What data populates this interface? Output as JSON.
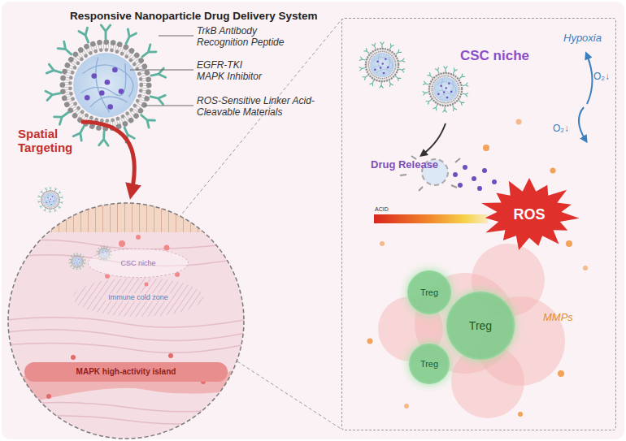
{
  "diagram": {
    "title": "Responsive Nanoparticle Drug Delivery System",
    "nodes": [
      {
        "text": [
          "CSC niche"
        ]
      },
      {
        "text": [
          "Immune cold zone"
        ]
      },
      {
        "text": [
          "MAPK high-activity island"
        ]
      },
      {
        "text": [
          "CSC niche"
        ]
      },
      {
        "text": [
          "ROS"
        ],
        "in": 3
      },
      {
        "text": [
          "Treg"
        ],
        "in": 3
      },
      {
        "text": [
          "Treg"
        ],
        "in": 3
      },
      {
        "text": [
          "Treg"
        ],
        "in": 3
      }
    ],
    "labels": [
      "TrkB Antibody Recognition Peptide",
      "EGFR-TKI MAPK Inhibitor",
      "ROS-Sensitive Linker Acid-Cleavable Materials",
      "Spatial Targeting",
      "Hypoxia",
      "O₂↓",
      "O₂↓",
      "Drug Release",
      "ACID",
      "MMPs"
    ]
  }
}
